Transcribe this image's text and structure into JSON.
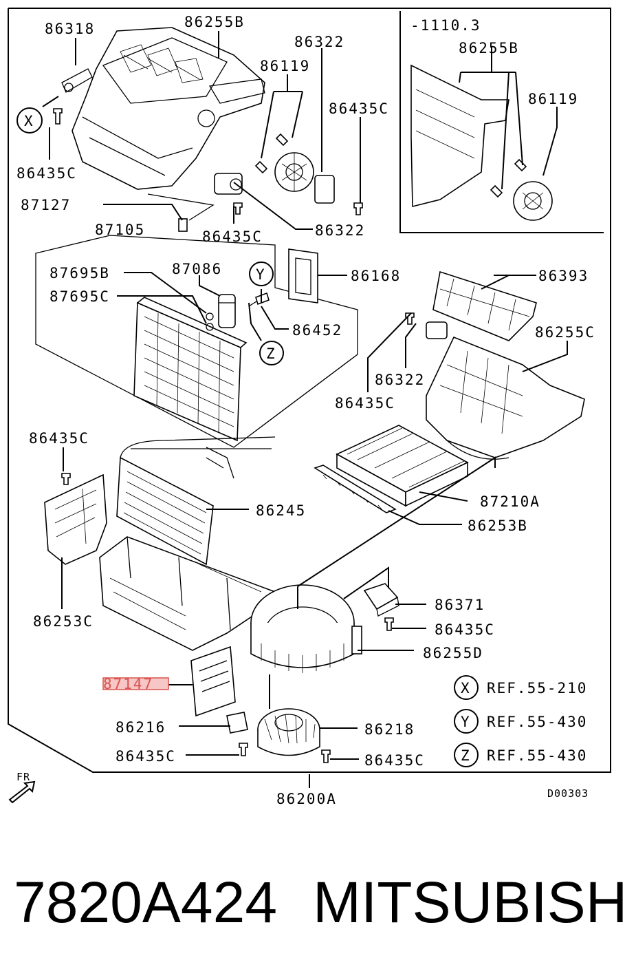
{
  "diagram": {
    "version_note": "-1110.3",
    "drawing_code": "D00303",
    "direction_label": "FR",
    "part_labels": {
      "p86318": "86318",
      "p86255b_main": "86255B",
      "p86322_top": "86322",
      "p86119_main": "86119",
      "p86435c_top_right": "86435C",
      "p86435c_left": "86435C",
      "p87127": "87127",
      "p86435c_mid": "86435C",
      "p86322_mid": "86322",
      "p87105": "87105",
      "p87695b": "87695B",
      "p87086": "87086",
      "p87695c": "87695C",
      "p86452": "86452",
      "p86168": "86168",
      "p86393": "86393",
      "p86255c": "86255C",
      "p86322_right": "86322",
      "p86435c_right": "86435C",
      "p86435c_lower_left": "86435C",
      "p86245": "86245",
      "p87210a": "87210A",
      "p86253b": "86253B",
      "p86253c": "86253C",
      "p86371": "86371",
      "p86435c_lower_right": "86435C",
      "p86255d": "86255D",
      "p87147": "87147",
      "p86216": "86216",
      "p86218": "86218",
      "p86435c_bottom_left": "86435C",
      "p86435c_bottom_right": "86435C",
      "p86200a": "86200A",
      "inset_86255b": "86255B",
      "inset_86119": "86119"
    },
    "callouts": {
      "x_letter": "X",
      "y_letter": "Y",
      "z_letter": "Z"
    },
    "references": [
      {
        "letter": "X",
        "text": "REF.55-210"
      },
      {
        "letter": "Y",
        "text": "REF.55-430"
      },
      {
        "letter": "Z",
        "text": "REF.55-430"
      }
    ],
    "highlight_color": "#d9534f"
  },
  "footer": {
    "part_number": "7820A424",
    "brand": "MITSUBISHI"
  }
}
